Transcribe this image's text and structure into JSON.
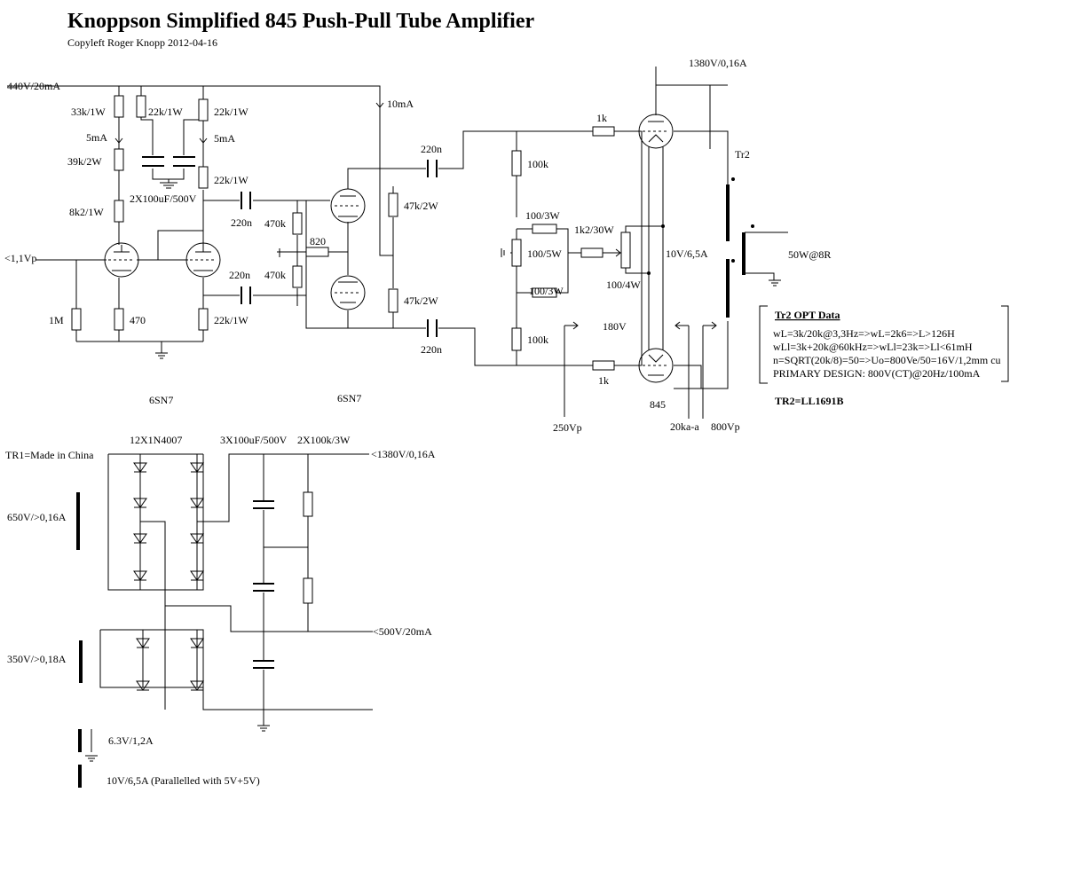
{
  "title": "Knoppson Simplified  845 Push-Pull Tube  Amplifier",
  "subtitle": "Copyleft Roger Knopp 2012-04-16",
  "labels": {
    "b440": "440V/20mA",
    "r33k": "33k/1W",
    "r22k1": "22k/1W",
    "r22k2": "22k/1W",
    "i5ma_l": "5mA",
    "i5ma_r": "5mA",
    "r39k": "39k/2W",
    "r22k3": "22k/1W",
    "c2x100": "2X100uF/500V",
    "r8k2": "8k2/1W",
    "in": "<1,1Vp",
    "r1m": "1M",
    "r470": "470",
    "r22k4": "22k/1W",
    "c220n_a": "220n",
    "c220n_b": "220n",
    "r470k_a": "470k",
    "r470k_b": "470k",
    "r820": "820",
    "i10ma": "10mA",
    "r47k_a": "47k/2W",
    "r47k_b": "47k/2W",
    "c220n_c": "220n",
    "c220n_d": "220n",
    "r1k_a": "1k",
    "r1k_b": "1k",
    "r100k_a": "100k",
    "r100k_b": "100k",
    "r100_3w_a": "100/3W",
    "r100_5w": "100/5W",
    "r100_3w_b": "100/3W",
    "r1k2": "1k2/30W",
    "r100_4w": "100/4W",
    "fil845": "10V/6,5A",
    "v180": "180V",
    "b1380": "1380V/0,16A",
    "tr2": "Tr2",
    "out": "50W@8R",
    "tube6sn7_a": "6SN7",
    "tube6sn7_b": "6SN7",
    "tube845": "845",
    "v250": "250Vp",
    "k20": "20ka-a",
    "v800": "800Vp",
    "tr1": "TR1=Made in China",
    "d12": "12X1N4007",
    "c3x100": "3X100uF/500V",
    "r2x100k": "2X100k/3W",
    "o1380": "<1380V/0,16A",
    "w650": "650V/>0,16A",
    "o500": "<500V/20mA",
    "w350": "350V/>0,18A",
    "w63": "6.3V/1,2A",
    "w10": "10V/6,5A  (Parallelled with 5V+5V)"
  },
  "opt": {
    "heading": "Tr2 OPT Data",
    "line1": "wL=3k/20k@3,3Hz=>wL=2k6=>L>126H",
    "line2": "wLl=3k+20k@60kHz=>wLl=23k=>Ll<61mH",
    "line3": "n=SQRT(20k/8)=50=>Uo=800Ve/50=16V/1,2mm cu",
    "line4": "PRIMARY DESIGN: 800V(CT)@20Hz/100mA",
    "note": "TR2=LL1691B"
  }
}
